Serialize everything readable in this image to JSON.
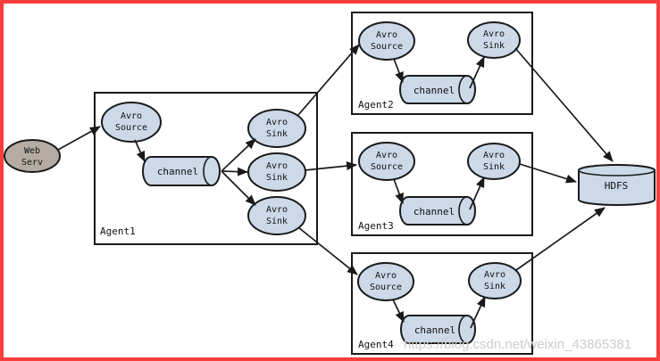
{
  "colors": {
    "node_fill": "#cbd9e8",
    "web_server_fill": "#b4aba2",
    "stroke": "#1a1a1a",
    "frame": "#f83d3d",
    "watermark": "#cccccc",
    "background": "#ffffff"
  },
  "diagram": {
    "web_server": {
      "lines": [
        "Web",
        "Serv"
      ]
    },
    "agent1": {
      "name": "Agent1",
      "source": {
        "lines": [
          "Avro",
          "Source"
        ]
      },
      "channel": {
        "label": "channel"
      },
      "sinks": [
        {
          "lines": [
            "Avro",
            "Sink"
          ]
        },
        {
          "lines": [
            "Avro",
            "Sink"
          ]
        },
        {
          "lines": [
            "Avro",
            "Sink"
          ]
        }
      ]
    },
    "agent2": {
      "name": "Agent2",
      "source": {
        "lines": [
          "Avro",
          "Source"
        ]
      },
      "channel": {
        "label": "channel"
      },
      "sink": {
        "lines": [
          "Avro",
          "Sink"
        ]
      }
    },
    "agent3": {
      "name": "Agent3",
      "source": {
        "lines": [
          "Avro",
          "Source"
        ]
      },
      "channel": {
        "label": "channel"
      },
      "sink": {
        "lines": [
          "Avro",
          "Sink"
        ]
      }
    },
    "agent4": {
      "name": "Agent4",
      "source": {
        "lines": [
          "Avro",
          "Source"
        ]
      },
      "channel": {
        "label": "channel"
      },
      "sink": {
        "lines": [
          "Avro",
          "Sink"
        ]
      }
    },
    "hdfs": {
      "label": "HDFS"
    },
    "watermark": "https://blog.csdn.net/weixin_43865381"
  }
}
